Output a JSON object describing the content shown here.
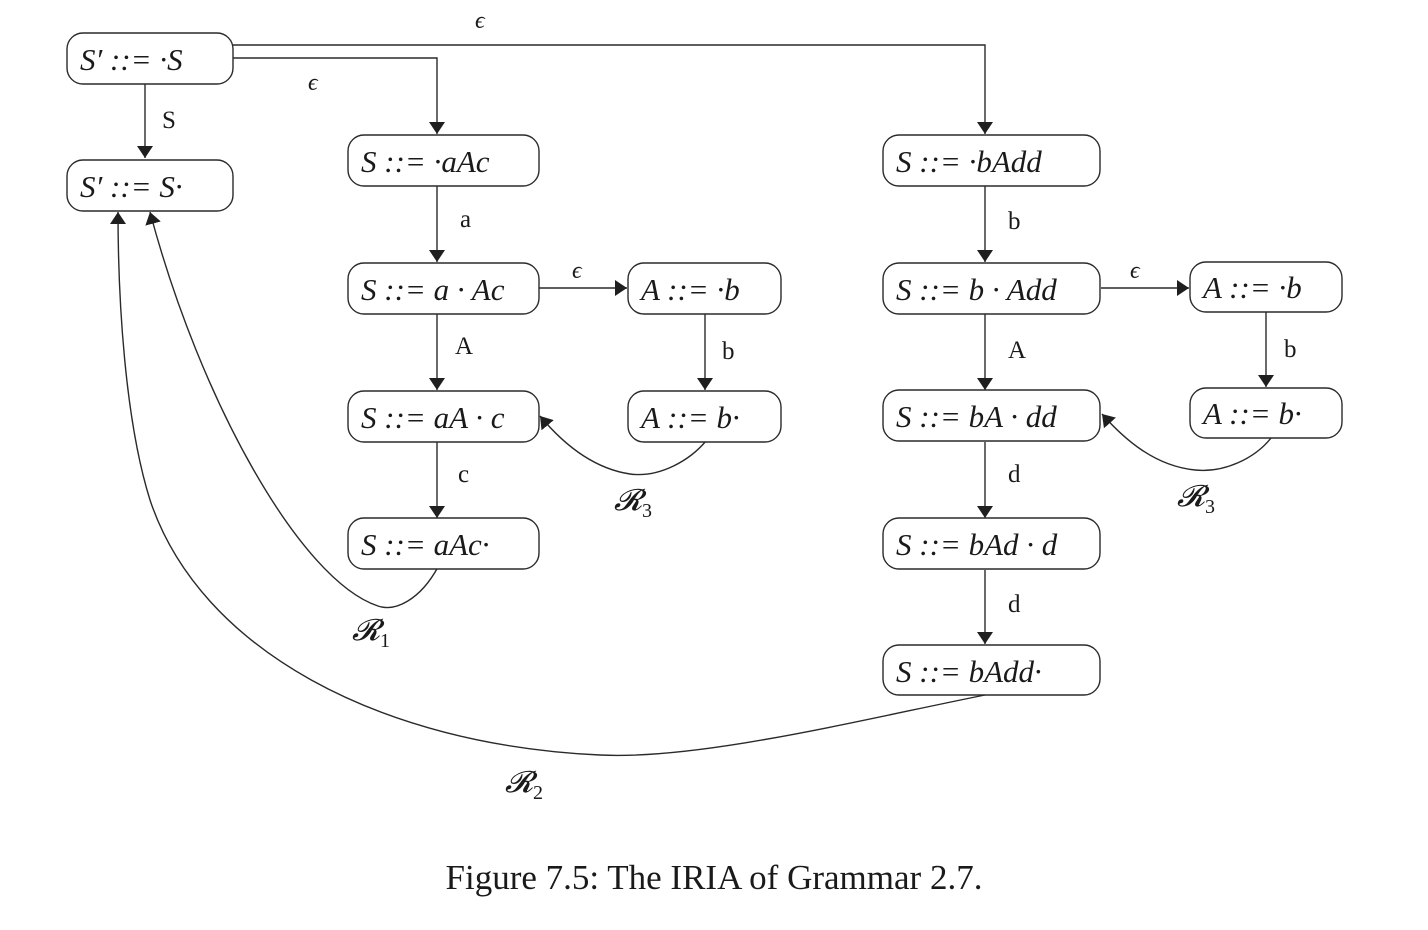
{
  "figure": {
    "caption": "Figure 7.5: The IRIA of Grammar 2.7."
  },
  "nodes": [
    {
      "id": "n0",
      "label": "S′ ::= ·S"
    },
    {
      "id": "n1",
      "label": "S′ ::= S·"
    },
    {
      "id": "n2",
      "label": "S ::= ·aAc"
    },
    {
      "id": "n3",
      "label": "S ::= a · Ac"
    },
    {
      "id": "n4",
      "label": "S ::= aA · c"
    },
    {
      "id": "n5",
      "label": "S ::= aAc·"
    },
    {
      "id": "n6",
      "label": "A ::= ·b"
    },
    {
      "id": "n7",
      "label": "A ::= b·"
    },
    {
      "id": "n8",
      "label": "S ::= ·bAdd"
    },
    {
      "id": "n9",
      "label": "S ::= b · Add"
    },
    {
      "id": "n10",
      "label": "S ::= bA · dd"
    },
    {
      "id": "n11",
      "label": "S ::= bAd · d"
    },
    {
      "id": "n12",
      "label": "S ::= bAdd·"
    },
    {
      "id": "n13",
      "label": "A ::= ·b"
    },
    {
      "id": "n14",
      "label": "A ::= b·"
    }
  ],
  "edges": [
    {
      "id": "e0",
      "from": "n0",
      "to": "n1",
      "label": "S",
      "kind": "shift"
    },
    {
      "id": "e1",
      "from": "n0",
      "to": "n2",
      "label": "ϵ",
      "kind": "epsilon"
    },
    {
      "id": "e2",
      "from": "n0",
      "to": "n8",
      "label": "ϵ",
      "kind": "epsilon"
    },
    {
      "id": "e3",
      "from": "n2",
      "to": "n3",
      "label": "a",
      "kind": "shift"
    },
    {
      "id": "e4",
      "from": "n3",
      "to": "n4",
      "label": "A",
      "kind": "shift"
    },
    {
      "id": "e5",
      "from": "n4",
      "to": "n5",
      "label": "c",
      "kind": "shift"
    },
    {
      "id": "e6",
      "from": "n3",
      "to": "n6",
      "label": "ϵ",
      "kind": "epsilon"
    },
    {
      "id": "e7",
      "from": "n6",
      "to": "n7",
      "label": "b",
      "kind": "shift"
    },
    {
      "id": "e8",
      "from": "n8",
      "to": "n9",
      "label": "b",
      "kind": "shift"
    },
    {
      "id": "e9",
      "from": "n9",
      "to": "n10",
      "label": "A",
      "kind": "shift"
    },
    {
      "id": "e10",
      "from": "n10",
      "to": "n11",
      "label": "d",
      "kind": "shift"
    },
    {
      "id": "e11",
      "from": "n11",
      "to": "n12",
      "label": "d",
      "kind": "shift"
    },
    {
      "id": "e12",
      "from": "n9",
      "to": "n13",
      "label": "ϵ",
      "kind": "epsilon"
    },
    {
      "id": "e13",
      "from": "n13",
      "to": "n14",
      "label": "b",
      "kind": "shift"
    }
  ],
  "reductions": [
    {
      "id": "r1",
      "from": "n5",
      "to": "n1",
      "symbol": "𝓡",
      "index": "1"
    },
    {
      "id": "r2",
      "from": "n12",
      "to": "n1",
      "symbol": "𝓡",
      "index": "2"
    },
    {
      "id": "r3a",
      "from": "n7",
      "to": "n4",
      "symbol": "𝓡",
      "index": "3"
    },
    {
      "id": "r3b",
      "from": "n14",
      "to": "n10",
      "symbol": "𝓡",
      "index": "3"
    }
  ]
}
